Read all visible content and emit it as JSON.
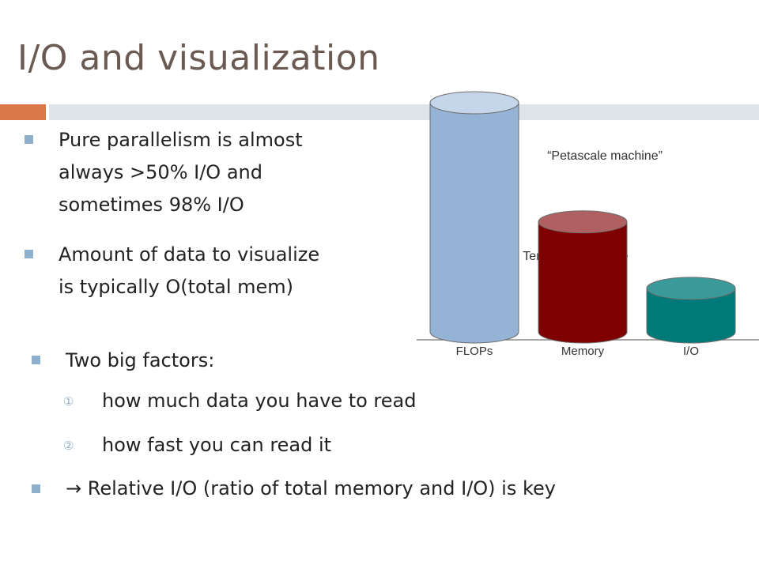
{
  "slide": {
    "title": "I/O and visualization"
  },
  "bullets": [
    {
      "lines": [
        "Pure parallelism is almost",
        "always >50% I/O and",
        "sometimes 98% I/O"
      ]
    },
    {
      "lines": [
        "Amount of data to visualize",
        "is typically O(total mem)"
      ]
    }
  ],
  "factors": {
    "heading": "Two big factors:",
    "items": [
      {
        "marker": "①",
        "text": "how much data you have to read"
      },
      {
        "marker": "②",
        "text": "how fast you can read it"
      }
    ],
    "conclusion": "→ Relative I/O (ratio of total memory and I/O) is key"
  },
  "chart_data": {
    "type": "bar",
    "style": "3d-cylinder",
    "categories": [
      "FLOPs",
      "Memory",
      "I/O"
    ],
    "values": [
      100,
      48,
      19
    ],
    "ylim": [
      0,
      100
    ],
    "annotations": [
      "“Petascale machine”",
      "Terascale machine"
    ],
    "colors": {
      "FLOPs": {
        "body": "#94b3d5",
        "top": "#c5d6ea"
      },
      "Memory": {
        "body": "#7e0000",
        "top": "#b06060"
      },
      "I/O": {
        "body": "#007979",
        "top": "#3a9a9a"
      }
    }
  }
}
